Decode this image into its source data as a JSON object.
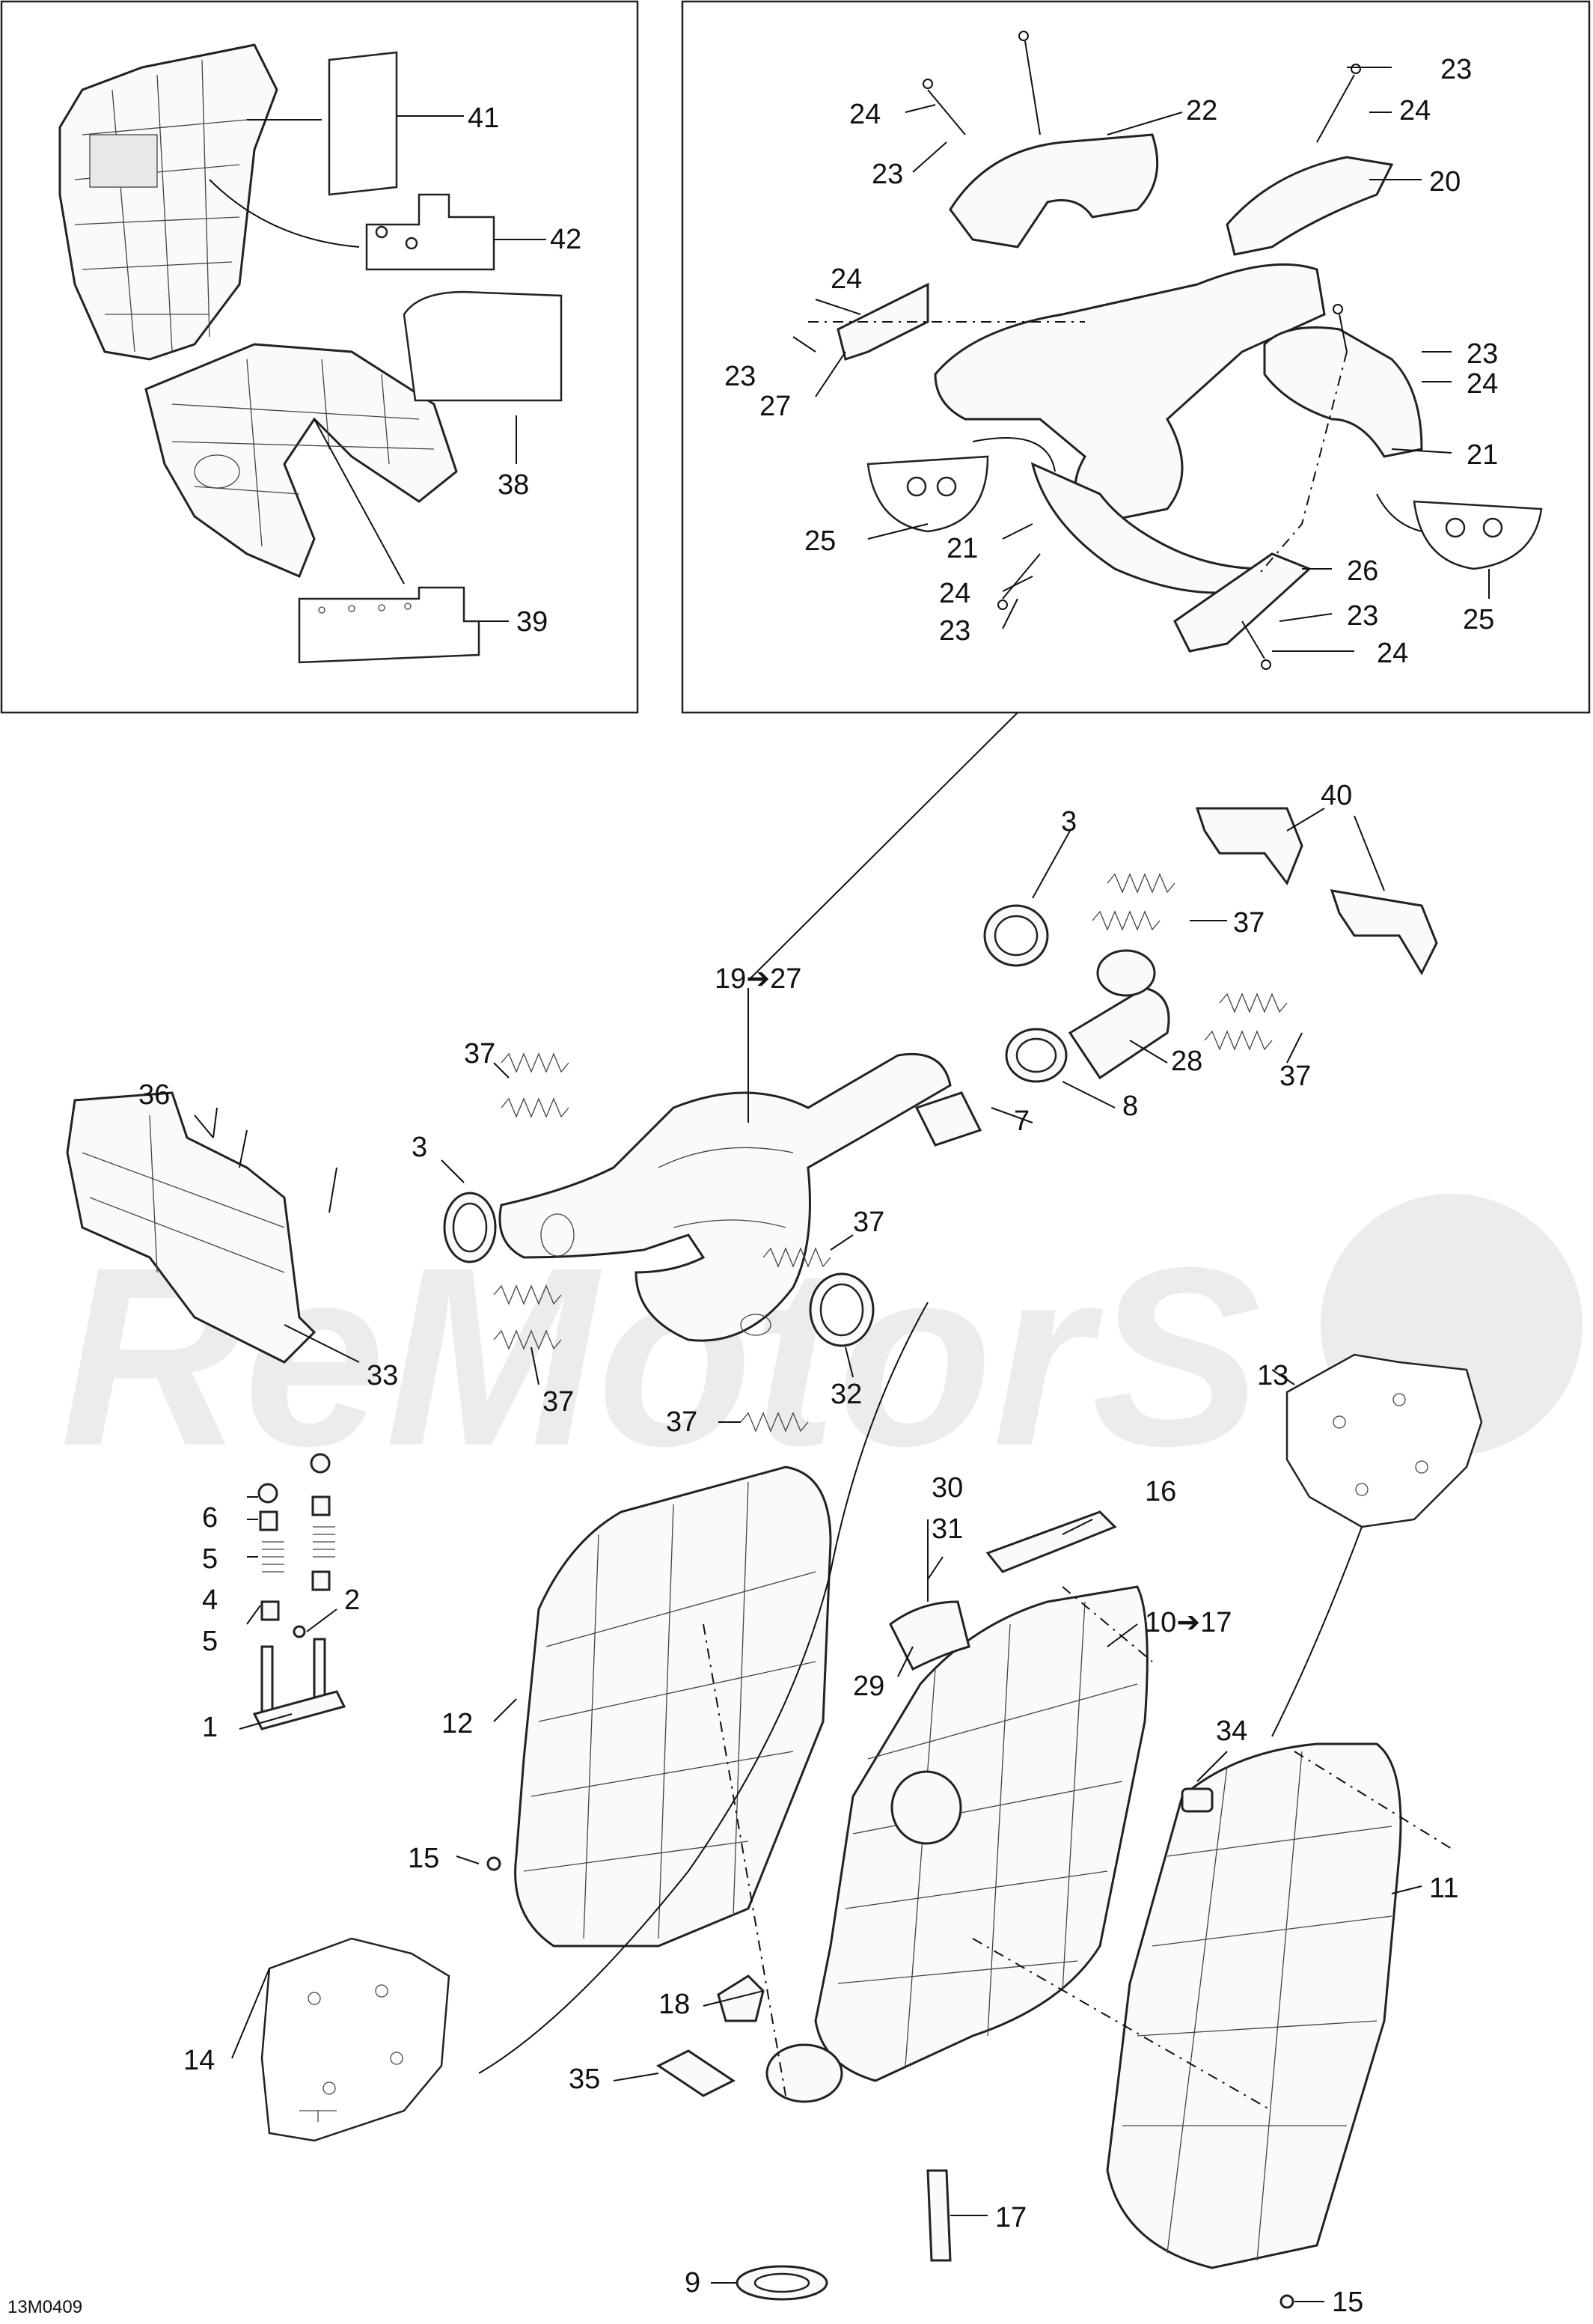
{
  "diagram": {
    "code": "13M0409",
    "watermark": "ReMotorS"
  },
  "callouts": {
    "c1": "1",
    "c2": "2",
    "c3a": "3",
    "c3b": "3",
    "c4": "4",
    "c5a": "5",
    "c5b": "5",
    "c6": "6",
    "c7": "7",
    "c8": "8",
    "c9": "9",
    "c10": "10➔17",
    "c11": "11",
    "c12": "12",
    "c13": "13",
    "c14": "14",
    "c15a": "15",
    "c15b": "15",
    "c16": "16",
    "c17": "17",
    "c18": "18",
    "c19": "19➔27",
    "c20": "20",
    "c21a": "21",
    "c21b": "21",
    "c22": "22",
    "c23a": "23",
    "c23b": "23",
    "c23c": "23",
    "c23d": "23",
    "c23e": "23",
    "c23f": "23",
    "c24a": "24",
    "c24b": "24",
    "c24c": "24",
    "c24d": "24",
    "c24e": "24",
    "c24f": "24",
    "c25a": "25",
    "c25b": "25",
    "c26": "26",
    "c27": "27",
    "c28": "28",
    "c29": "29",
    "c30": "30",
    "c31": "31",
    "c32": "32",
    "c33": "33",
    "c34": "34",
    "c35": "35",
    "c36": "36",
    "c37a": "37",
    "c37b": "37",
    "c37c": "37",
    "c37d": "37",
    "c37e": "37",
    "c37f": "37",
    "c38": "38",
    "c39": "39",
    "c40": "40",
    "c41": "41",
    "c42": "42"
  }
}
